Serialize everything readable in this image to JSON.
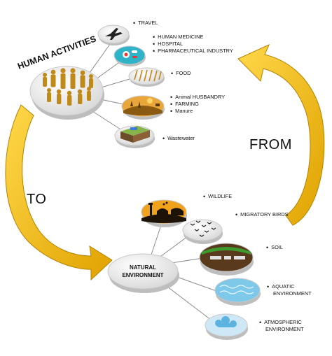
{
  "diagram": {
    "human_title": "HUMAN ACTIVITIES",
    "natural_title_line1": "NATURAL",
    "natural_title_line2": "ENVIRONMENT",
    "arrow_from": "FROM",
    "arrow_to": "TO",
    "human_nodes": [
      {
        "icon": "airplane-icon",
        "labels": [
          "TRAVEL"
        ]
      },
      {
        "icon": "medicine-icon",
        "labels": [
          "HUMAN MEDICINE",
          "HOSPITAL",
          "PHARMACEUTICAL INDUSTRY"
        ]
      },
      {
        "icon": "food-icon",
        "labels": [
          "FOOD"
        ]
      },
      {
        "icon": "farming-icon",
        "labels": [
          "Animal HUSBANDRY",
          "FARMING",
          "Manure"
        ]
      },
      {
        "icon": "wastewater-icon",
        "labels": [
          "Wastewater"
        ]
      }
    ],
    "environment_nodes": [
      {
        "icon": "wildlife-icon",
        "labels": [
          "WILDLIFE"
        ]
      },
      {
        "icon": "migratory-birds-icon",
        "labels": [
          "MIGRATORY BIRDS"
        ]
      },
      {
        "icon": "soil-icon",
        "labels": [
          "SOIL"
        ]
      },
      {
        "icon": "aquatic-icon",
        "labels": [
          "AQUATIC",
          "ENVIRONMENT"
        ]
      },
      {
        "icon": "atmosphere-icon",
        "labels": [
          "ATMOSPHERIC",
          "ENVIRONMENT"
        ]
      }
    ],
    "colors": {
      "arrow_fill": "#f2b700",
      "arrow_stroke": "#b48200",
      "people": "#c08a1a",
      "line": "#888888"
    }
  }
}
